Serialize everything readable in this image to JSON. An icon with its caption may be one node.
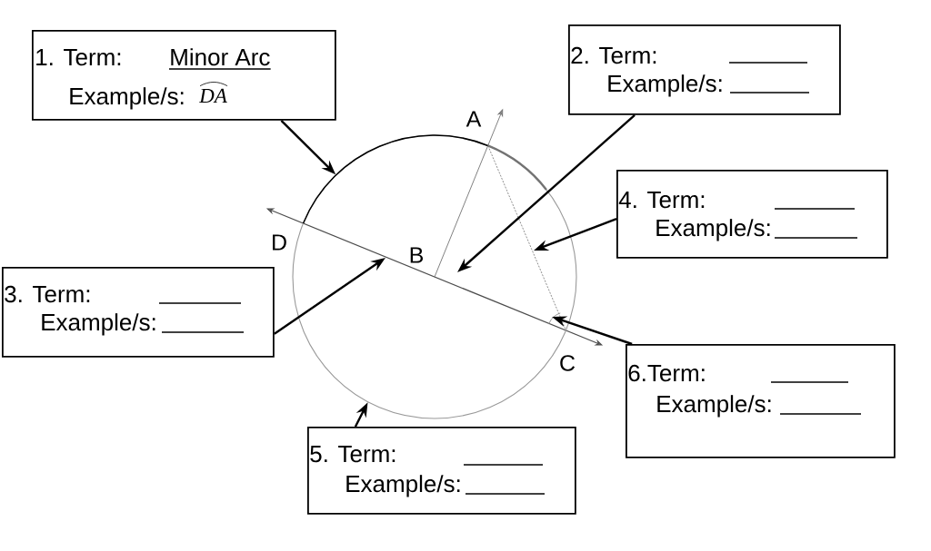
{
  "diagram": {
    "nodes": [
      {
        "text": [
          "1. Term:",
          "Minor Arc",
          "Example/s:",
          "DA"
        ]
      },
      {
        "text": [
          "2. Term:",
          "Example/s:"
        ]
      },
      {
        "text": [
          "3. Term:",
          "Example/s:"
        ]
      },
      {
        "text": [
          "4. Term:",
          "Example/s:"
        ]
      },
      {
        "text": [
          "5. Term:",
          "Example/s:"
        ]
      },
      {
        "text": [
          "6.Term:",
          "Example/s:"
        ]
      },
      {
        "text": [],
        "shape": "circle"
      }
    ],
    "edges": [
      {
        "from": 0,
        "to": 6,
        "arrow": "to"
      },
      {
        "from": 1,
        "to": 6,
        "arrow": "to"
      },
      {
        "from": 2,
        "to": 6,
        "arrow": "to"
      },
      {
        "from": 3,
        "to": 6,
        "arrow": "to"
      },
      {
        "from": 4,
        "to": 6,
        "arrow": "to"
      },
      {
        "from": 5,
        "to": 6,
        "arrow": "to"
      }
    ],
    "labels": [
      "A",
      "D",
      "B",
      "C"
    ]
  }
}
